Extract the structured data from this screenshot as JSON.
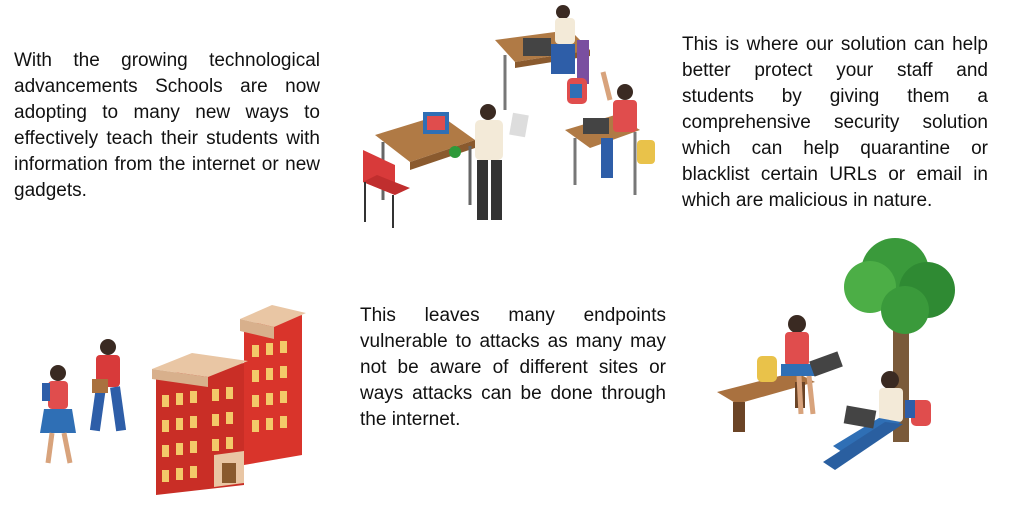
{
  "texts": {
    "intro": "With the growing technological advancements Schools are now adopting to many new ways to effectively teach their students with information from the internet or new gadgets.",
    "solution": "This is where our solution can help better protect your staff and students by giving them a comprehensive security solution which can help quarantine or blacklist certain URLs or email in which are malicious in nature.",
    "risk": "This leaves many endpoints vulnerable to attacks as many may not be aware of different sites or ways attacks can be done through the internet."
  },
  "colors": {
    "building_red": "#d9342b",
    "roof_beige": "#e9c6a4",
    "wood_brown": "#a9713f",
    "tree_green": "#3a9a3b",
    "shirt_red": "#e04d4d",
    "jeans_blue": "#2f6fb5",
    "chair_red": "#d83a3a"
  },
  "illustrations": [
    "classroom-illustration",
    "students-walking-illustration",
    "school-building-illustration",
    "students-outdoor-illustration"
  ]
}
